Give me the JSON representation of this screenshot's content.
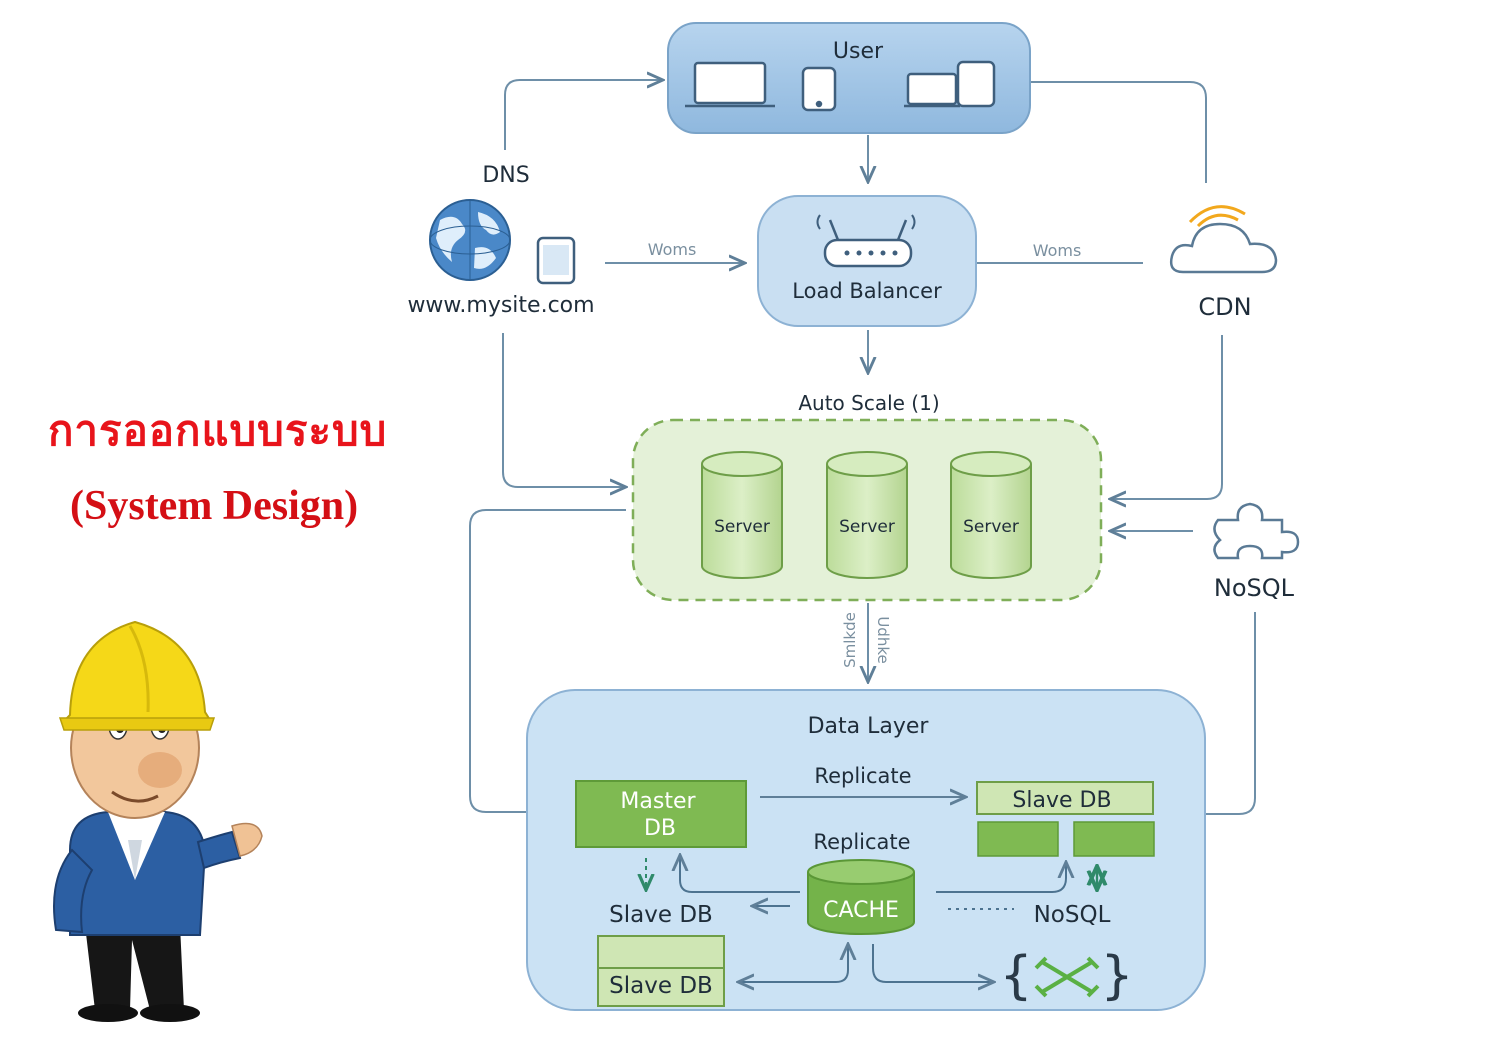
{
  "heading": {
    "thai": "การออกแบบระบบ",
    "english": "(System Design)"
  },
  "nodes": {
    "user": "User",
    "dns": "DNS",
    "website": "www.mysite.com",
    "load_balancer": "Load Balancer",
    "cdn": "CDN",
    "auto_scale": "Auto Scale (1)",
    "servers": [
      "Server",
      "Server",
      "Server"
    ],
    "nosql_side": "NoSQL",
    "data_layer": "Data Layer",
    "master_db": [
      "Master",
      "DB"
    ],
    "replicate_top": "Replicate",
    "replicate_mid": "Replicate",
    "slave_db_right": "Slave DB",
    "slave_db_left": "Slave DB",
    "slave_db_bottom": "Slave DB",
    "cache": "CACHE",
    "nosql_data": "NoSQL"
  },
  "edge_labels": {
    "left_link": "Woms",
    "right_link": "Woms",
    "vertical_a": "Smlkde",
    "vertical_b": "Udhke"
  },
  "icons": [
    "laptop-icon",
    "phone-icon",
    "desktop-icon",
    "tablet-icon",
    "globe-icon",
    "router-icon",
    "cloud-icon",
    "puzzle-icon",
    "braces-icon",
    "worker-mascot"
  ],
  "colors": {
    "user_box": "#a9cbe8",
    "lb_box": "#c9dff2",
    "autoscale_fill": "#e4f1d8",
    "autoscale_border": "#7fae58",
    "server_fill": "#cfe6b4",
    "data_layer": "#cbe2f4",
    "db_green": "#7fba52",
    "cache_green": "#74b34a",
    "title_red": "#e8141b",
    "arrow": "#6e8fa8"
  }
}
